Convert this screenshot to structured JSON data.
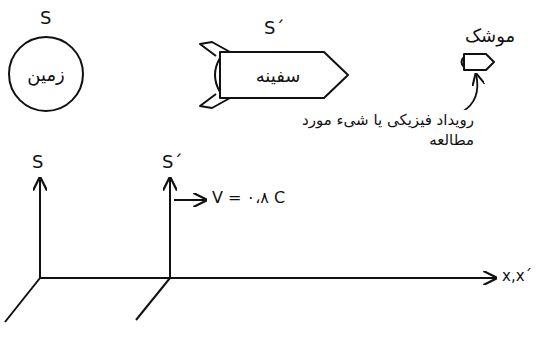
{
  "diagram": {
    "nodes": [
      {
        "text": [
          "S",
          "زمین"
        ]
      },
      {
        "text": [
          "S´",
          "سفینه"
        ]
      },
      {
        "text": [
          "موشک"
        ]
      }
    ],
    "labels": [
      "رویداد فیزیکی یا شیء مورد مطالعه",
      "S",
      "S´",
      "V = ٠،٨ C",
      "x,x´"
    ]
  }
}
